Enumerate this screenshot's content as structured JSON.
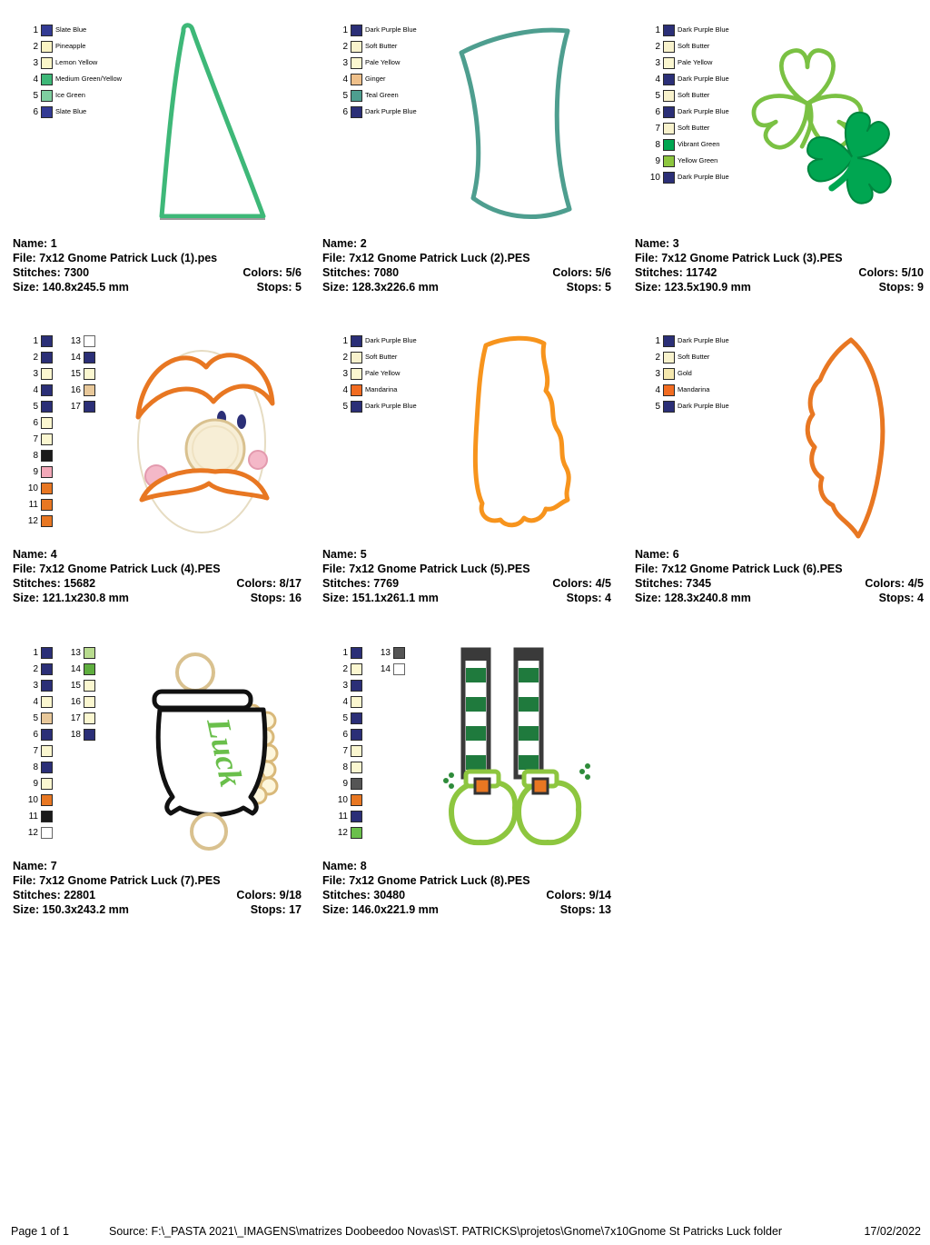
{
  "field_labels": {
    "name": "Name:",
    "file": "File:",
    "stitches": "Stitches:",
    "colors": "Colors:",
    "size": "Size:",
    "stops": "Stops:"
  },
  "footer": {
    "page": "Page 1 of 1",
    "source": "Source:  F:\\_PASTA 2021\\_IMAGENS\\matrizes Doobeedoo Novas\\ST. PATRICKS\\projetos\\Gnome\\7x10Gnome St Patricks Luck folder",
    "date": "17/02/2022"
  },
  "designs": [
    {
      "name": "1",
      "file": "7x12 Gnome Patrick Luck (1).pes",
      "stitches": "7300",
      "colors": "5/6",
      "size": "140.8x245.5 mm",
      "stops": "5",
      "thumbnail": "tall-hat",
      "swatch_columns": [
        [
          {
            "n": "1",
            "hex": "#333b94",
            "label": "Slate Blue"
          },
          {
            "n": "2",
            "hex": "#f9f3c3",
            "label": "Pineapple"
          },
          {
            "n": "3",
            "hex": "#fbf7c9",
            "label": "Lemon Yellow"
          },
          {
            "n": "4",
            "hex": "#3eb878",
            "label": "Medium Green/Yellow"
          },
          {
            "n": "5",
            "hex": "#7fcfa0",
            "label": "Ice Green"
          },
          {
            "n": "6",
            "hex": "#333b94",
            "label": "Slate Blue"
          }
        ]
      ]
    },
    {
      "name": "2",
      "file": "7x12 Gnome Patrick Luck (2).PES",
      "stitches": "7080",
      "colors": "5/6",
      "size": "128.3x226.6 mm",
      "stops": "5",
      "thumbnail": "curved-hat",
      "swatch_columns": [
        [
          {
            "n": "1",
            "hex": "#2b2f77",
            "label": "Dark Purple Blue"
          },
          {
            "n": "2",
            "hex": "#f8f2cc",
            "label": "Soft Butter"
          },
          {
            "n": "3",
            "hex": "#fbf7d0",
            "label": "Pale Yellow"
          },
          {
            "n": "4",
            "hex": "#efc08a",
            "label": "Ginger"
          },
          {
            "n": "5",
            "hex": "#4e9e8f",
            "label": "Teal Green"
          },
          {
            "n": "6",
            "hex": "#2b2f77",
            "label": "Dark Purple Blue"
          }
        ]
      ]
    },
    {
      "name": "3",
      "file": "7x12 Gnome Patrick Luck (3).PES",
      "stitches": "11742",
      "colors": "5/10",
      "size": "123.5x190.9 mm",
      "stops": "9",
      "thumbnail": "shamrocks",
      "swatch_columns": [
        [
          {
            "n": "1",
            "hex": "#2b2f77",
            "label": "Dark Purple Blue"
          },
          {
            "n": "2",
            "hex": "#f8f2cc",
            "label": "Soft Butter"
          },
          {
            "n": "3",
            "hex": "#fbf7d0",
            "label": "Pale Yellow"
          },
          {
            "n": "4",
            "hex": "#2b2f77",
            "label": "Dark Purple Blue"
          },
          {
            "n": "5",
            "hex": "#f8f2cc",
            "label": "Soft Butter"
          },
          {
            "n": "6",
            "hex": "#2b2f77",
            "label": "Dark Purple Blue"
          },
          {
            "n": "7",
            "hex": "#f8f2cc",
            "label": "Soft Butter"
          },
          {
            "n": "8",
            "hex": "#00a651",
            "label": "Vibrant Green"
          },
          {
            "n": "9",
            "hex": "#8dc63f",
            "label": "Yellow Green"
          },
          {
            "n": "10",
            "hex": "#2b2f77",
            "label": "Dark Purple Blue"
          }
        ]
      ]
    },
    {
      "name": "4",
      "file": "7x12 Gnome Patrick Luck (4).PES",
      "stitches": "15682",
      "colors": "8/17",
      "size": "121.1x230.8 mm",
      "stops": "16",
      "thumbnail": "gnome-face",
      "swatch_columns": [
        [
          {
            "n": "1",
            "hex": "#2b2f77",
            "label": ""
          },
          {
            "n": "2",
            "hex": "#2b2f77",
            "label": ""
          },
          {
            "n": "3",
            "hex": "#fbf7d0",
            "label": ""
          },
          {
            "n": "4",
            "hex": "#2b2f77",
            "label": ""
          },
          {
            "n": "5",
            "hex": "#2b2f77",
            "label": ""
          },
          {
            "n": "6",
            "hex": "#fbf7d0",
            "label": ""
          },
          {
            "n": "7",
            "hex": "#fbf7d0",
            "label": ""
          },
          {
            "n": "8",
            "hex": "#1a1a1a",
            "label": ""
          },
          {
            "n": "9",
            "hex": "#f2a8b8",
            "label": ""
          },
          {
            "n": "10",
            "hex": "#e87722",
            "label": ""
          },
          {
            "n": "11",
            "hex": "#e87722",
            "label": ""
          },
          {
            "n": "12",
            "hex": "#e87722",
            "label": ""
          }
        ],
        [
          {
            "n": "13",
            "hex": "#ffffff",
            "label": ""
          },
          {
            "n": "14",
            "hex": "#2b2f77",
            "label": ""
          },
          {
            "n": "15",
            "hex": "#fbf7d0",
            "label": ""
          },
          {
            "n": "16",
            "hex": "#e8c89a",
            "label": ""
          },
          {
            "n": "17",
            "hex": "#2b2f77",
            "label": ""
          }
        ]
      ]
    },
    {
      "name": "5",
      "file": "7x12 Gnome Patrick Luck (5).PES",
      "stitches": "7769",
      "colors": "4/5",
      "size": "151.1x261.1 mm",
      "stops": "4",
      "thumbnail": "beard",
      "swatch_columns": [
        [
          {
            "n": "1",
            "hex": "#2b2f77",
            "label": "Dark Purple Blue"
          },
          {
            "n": "2",
            "hex": "#f8f2cc",
            "label": "Soft Butter"
          },
          {
            "n": "3",
            "hex": "#fbf7d0",
            "label": "Pale Yellow"
          },
          {
            "n": "4",
            "hex": "#f26c21",
            "label": "Mandarina"
          },
          {
            "n": "5",
            "hex": "#2b2f77",
            "label": "Dark Purple Blue"
          }
        ]
      ]
    },
    {
      "name": "6",
      "file": "7x12 Gnome Patrick Luck (6).PES",
      "stitches": "7345",
      "colors": "4/5",
      "size": "128.3x240.8 mm",
      "stops": "4",
      "thumbnail": "wing",
      "swatch_columns": [
        [
          {
            "n": "1",
            "hex": "#2b2f77",
            "label": "Dark Purple Blue"
          },
          {
            "n": "2",
            "hex": "#f8f2cc",
            "label": "Soft Butter"
          },
          {
            "n": "3",
            "hex": "#f5e8ae",
            "label": "Gold"
          },
          {
            "n": "4",
            "hex": "#f26c21",
            "label": "Mandarina"
          },
          {
            "n": "5",
            "hex": "#2b2f77",
            "label": "Dark Purple Blue"
          }
        ]
      ]
    },
    {
      "name": "7",
      "file": "7x12 Gnome Patrick Luck (7).PES",
      "stitches": "22801",
      "colors": "9/18",
      "size": "150.3x243.2 mm",
      "stops": "17",
      "thumbnail": "pot-of-luck",
      "thumb_text": "Luck",
      "swatch_columns": [
        [
          {
            "n": "1",
            "hex": "#2b2f77",
            "label": ""
          },
          {
            "n": "2",
            "hex": "#2b2f77",
            "label": ""
          },
          {
            "n": "3",
            "hex": "#2b2f77",
            "label": ""
          },
          {
            "n": "4",
            "hex": "#fbf7d0",
            "label": ""
          },
          {
            "n": "5",
            "hex": "#e8c89a",
            "label": ""
          },
          {
            "n": "6",
            "hex": "#2b2f77",
            "label": ""
          },
          {
            "n": "7",
            "hex": "#fbf7d0",
            "label": ""
          },
          {
            "n": "8",
            "hex": "#2b2f77",
            "label": ""
          },
          {
            "n": "9",
            "hex": "#fbf7d0",
            "label": ""
          },
          {
            "n": "10",
            "hex": "#e87722",
            "label": ""
          },
          {
            "n": "11",
            "hex": "#1a1a1a",
            "label": ""
          },
          {
            "n": "12",
            "hex": "#ffffff",
            "label": ""
          }
        ],
        [
          {
            "n": "13",
            "hex": "#b8db8e",
            "label": ""
          },
          {
            "n": "14",
            "hex": "#5fae3f",
            "label": ""
          },
          {
            "n": "15",
            "hex": "#fbf7d0",
            "label": ""
          },
          {
            "n": "16",
            "hex": "#fbf7d0",
            "label": ""
          },
          {
            "n": "17",
            "hex": "#fbf7d0",
            "label": ""
          },
          {
            "n": "18",
            "hex": "#2b2f77",
            "label": ""
          }
        ]
      ]
    },
    {
      "name": "8",
      "file": "7x12 Gnome Patrick Luck (8).PES",
      "stitches": "30480",
      "colors": "9/14",
      "size": "146.0x221.9 mm",
      "stops": "13",
      "thumbnail": "boots",
      "swatch_columns": [
        [
          {
            "n": "1",
            "hex": "#2b2f77",
            "label": ""
          },
          {
            "n": "2",
            "hex": "#fbf7d0",
            "label": ""
          },
          {
            "n": "3",
            "hex": "#2b2f77",
            "label": ""
          },
          {
            "n": "4",
            "hex": "#fbf7d0",
            "label": ""
          },
          {
            "n": "5",
            "hex": "#2b2f77",
            "label": ""
          },
          {
            "n": "6",
            "hex": "#2b2f77",
            "label": ""
          },
          {
            "n": "7",
            "hex": "#fbf7d0",
            "label": ""
          },
          {
            "n": "8",
            "hex": "#fbf7d0",
            "label": ""
          },
          {
            "n": "9",
            "hex": "#555555",
            "label": ""
          },
          {
            "n": "10",
            "hex": "#e87722",
            "label": ""
          },
          {
            "n": "11",
            "hex": "#2b2f77",
            "label": ""
          },
          {
            "n": "12",
            "hex": "#6abf4b",
            "label": ""
          }
        ],
        [
          {
            "n": "13",
            "hex": "#555555",
            "label": ""
          },
          {
            "n": "14",
            "hex": "#ffffff",
            "label": ""
          }
        ]
      ]
    }
  ]
}
